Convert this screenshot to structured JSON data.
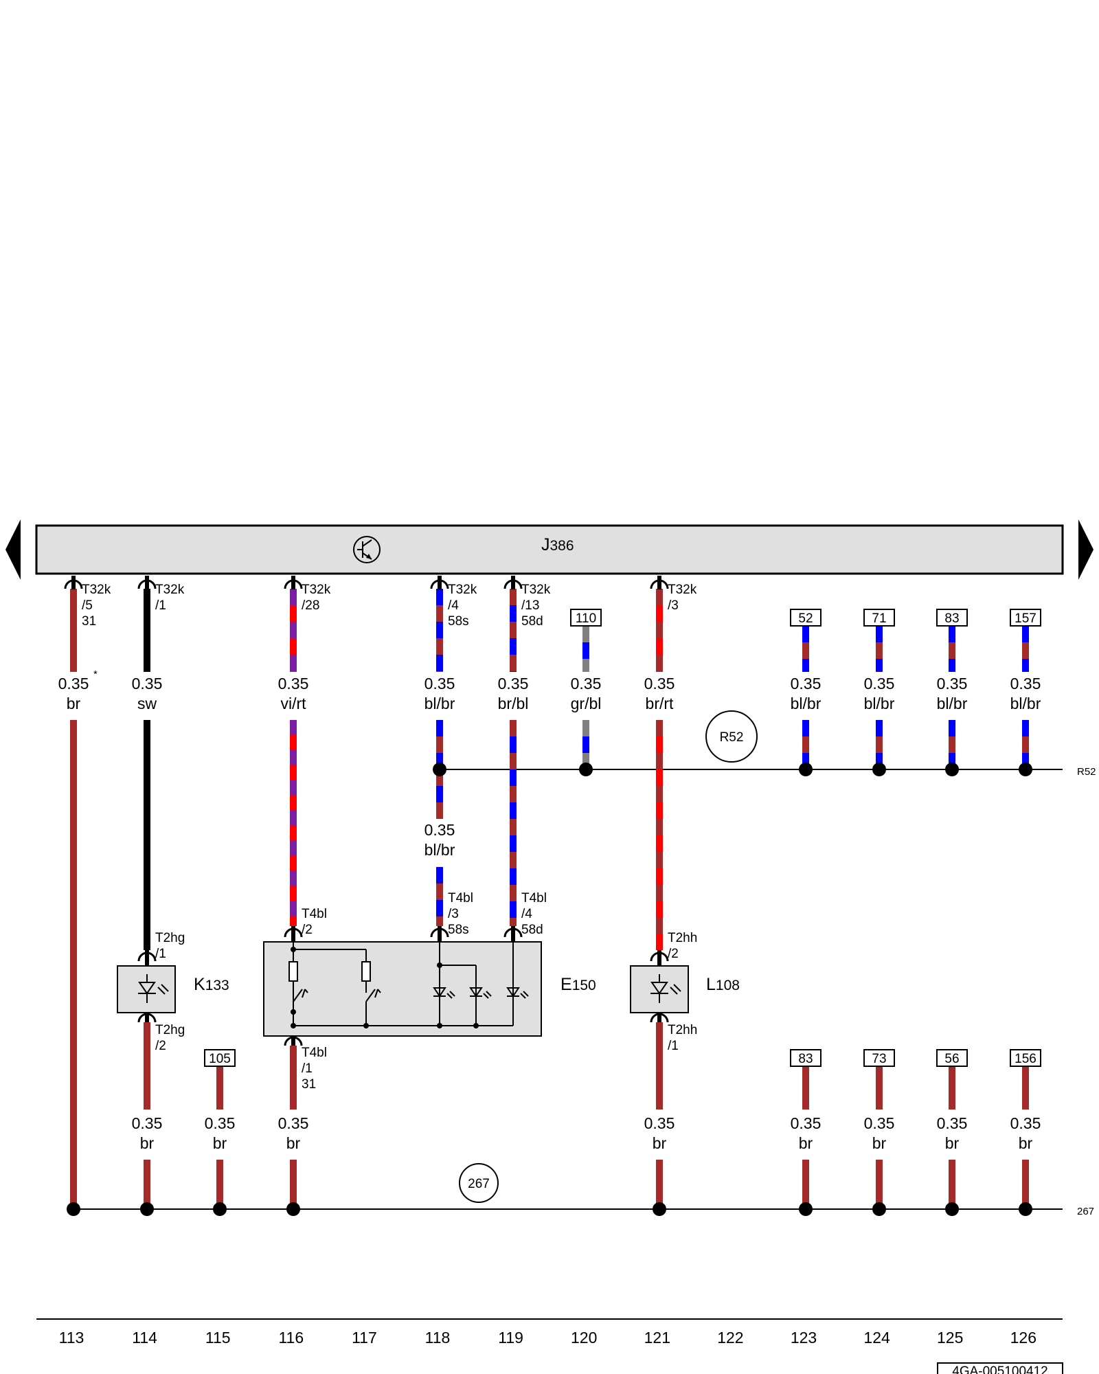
{
  "colors": {
    "br": "#a52a2a",
    "bl": "#0000ff",
    "rt": "#ff0000",
    "vi": "#7b1fa2",
    "gr": "#808080",
    "sw": "#000000",
    "module_fill": "#e0e0e0"
  },
  "module": {
    "name": "J",
    "num": "386",
    "icon": "transistor-icon"
  },
  "rails": {
    "r52": {
      "label": "R52",
      "marker": "R52"
    },
    "g267": {
      "label": "267",
      "marker": "267"
    }
  },
  "wires": [
    {
      "id": "w113",
      "pin": {
        "conn": "T32k",
        "pin": "/5",
        "extra": "31"
      },
      "top": {
        "size": "0.35",
        "color": "br",
        "note": "*"
      },
      "colors": [
        "br"
      ]
    },
    {
      "id": "w114",
      "pin": {
        "conn": "T32k",
        "pin": "/1",
        "extra": ""
      },
      "top": {
        "size": "0.35",
        "color": "sw",
        "note": ""
      },
      "colors": [
        "sw"
      ]
    },
    {
      "id": "w116",
      "pin": {
        "conn": "T32k",
        "pin": "/28",
        "extra": ""
      },
      "top": {
        "size": "0.35",
        "color": "vi/rt",
        "note": ""
      },
      "colors": [
        "vi",
        "rt"
      ]
    },
    {
      "id": "w118",
      "pin": {
        "conn": "T32k",
        "pin": "/4",
        "extra": "58s"
      },
      "top": {
        "size": "0.35",
        "color": "bl/br",
        "note": ""
      },
      "mid": {
        "size": "0.35",
        "color": "bl/br"
      },
      "colors": [
        "bl",
        "br"
      ]
    },
    {
      "id": "w119",
      "pin": {
        "conn": "T32k",
        "pin": "/13",
        "extra": "58d"
      },
      "top": {
        "size": "0.35",
        "color": "br/bl",
        "note": ""
      },
      "colors": [
        "br",
        "bl"
      ]
    },
    {
      "id": "w120",
      "ref": "110",
      "top": {
        "size": "0.35",
        "color": "gr/bl",
        "note": ""
      },
      "colors": [
        "gr",
        "bl"
      ]
    },
    {
      "id": "w121",
      "pin": {
        "conn": "T32k",
        "pin": "/3",
        "extra": ""
      },
      "top": {
        "size": "0.35",
        "color": "br/rt",
        "note": ""
      },
      "colors": [
        "br",
        "rt"
      ]
    },
    {
      "id": "w123",
      "ref": "52",
      "top": {
        "size": "0.35",
        "color": "bl/br",
        "note": ""
      },
      "colors": [
        "bl",
        "br"
      ]
    },
    {
      "id": "w124",
      "ref": "71",
      "top": {
        "size": "0.35",
        "color": "bl/br",
        "note": ""
      },
      "colors": [
        "bl",
        "br"
      ]
    },
    {
      "id": "w125",
      "ref": "83",
      "top": {
        "size": "0.35",
        "color": "bl/br",
        "note": ""
      },
      "colors": [
        "bl",
        "br"
      ]
    },
    {
      "id": "w126",
      "ref": "157",
      "top": {
        "size": "0.35",
        "color": "bl/br",
        "note": ""
      },
      "colors": [
        "bl",
        "br"
      ]
    }
  ],
  "lower_wires": [
    {
      "id": "lw114",
      "size": "0.35",
      "color": "br"
    },
    {
      "id": "lw115",
      "size": "0.35",
      "color": "br",
      "ref": "105"
    },
    {
      "id": "lw116",
      "size": "0.35",
      "color": "br"
    },
    {
      "id": "lw121",
      "size": "0.35",
      "color": "br"
    },
    {
      "id": "lw123",
      "size": "0.35",
      "color": "br",
      "ref": "83"
    },
    {
      "id": "lw124",
      "size": "0.35",
      "color": "br",
      "ref": "73"
    },
    {
      "id": "lw125",
      "size": "0.35",
      "color": "br",
      "ref": "56"
    },
    {
      "id": "lw126",
      "size": "0.35",
      "color": "br",
      "ref": "156"
    }
  ],
  "connectors": {
    "t4bl2": {
      "conn": "T4bl",
      "pin": "/2"
    },
    "t4bl3": {
      "conn": "T4bl",
      "pin": "/3",
      "extra": "58s"
    },
    "t4bl4": {
      "conn": "T4bl",
      "pin": "/4",
      "extra": "58d"
    },
    "t4bl1": {
      "conn": "T4bl",
      "pin": "/1",
      "extra": "31"
    },
    "t2hg1": {
      "conn": "T2hg",
      "pin": "/1"
    },
    "t2hg2": {
      "conn": "T2hg",
      "pin": "/2"
    },
    "t2hh2": {
      "conn": "T2hh",
      "pin": "/2"
    },
    "t2hh1": {
      "conn": "T2hh",
      "pin": "/1"
    }
  },
  "components": {
    "k133": {
      "name": "K",
      "num": "133"
    },
    "e150": {
      "name": "E",
      "num": "150"
    },
    "l108": {
      "name": "L",
      "num": "108"
    }
  },
  "ruler": [
    "113",
    "114",
    "115",
    "116",
    "117",
    "118",
    "119",
    "120",
    "121",
    "122",
    "123",
    "124",
    "125",
    "126"
  ],
  "doc_id": "4GA-005100412"
}
